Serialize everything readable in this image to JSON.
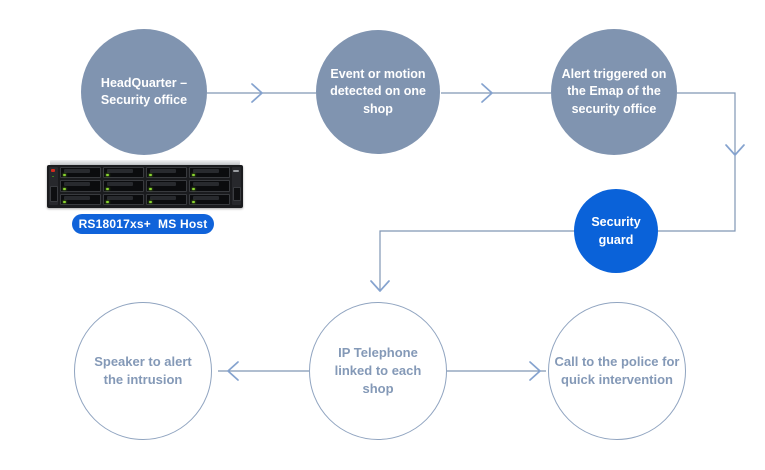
{
  "diagram": {
    "colors": {
      "node_fill": "#8094b0",
      "node_text": "#ffffff",
      "accent_blue": "#0a62d9",
      "pill_bg": "#1063da",
      "outline_border": "#90a4c0",
      "outline_text": "#8499b7",
      "line": "#8096b5",
      "arrow": "#85a3cf",
      "bg": "#ffffff"
    },
    "nodes": [
      {
        "id": "headquarter",
        "label": "HeadQuarter – Security office",
        "style": "filled"
      },
      {
        "id": "event",
        "label": "Event or motion detected on one shop",
        "style": "filled"
      },
      {
        "id": "alert",
        "label": "Alert triggered on the Emap of the security office",
        "style": "filled"
      },
      {
        "id": "guard",
        "label": "Security guard",
        "style": "accent"
      },
      {
        "id": "speaker",
        "label": "Speaker to alert the intrusion",
        "style": "outline"
      },
      {
        "id": "phone",
        "label": "IP Telephone linked to each shop",
        "style": "outline"
      },
      {
        "id": "police",
        "label": "Call to the police for quick intervention",
        "style": "outline"
      }
    ],
    "device": {
      "label": "RS18017xs+  MS Host"
    }
  }
}
